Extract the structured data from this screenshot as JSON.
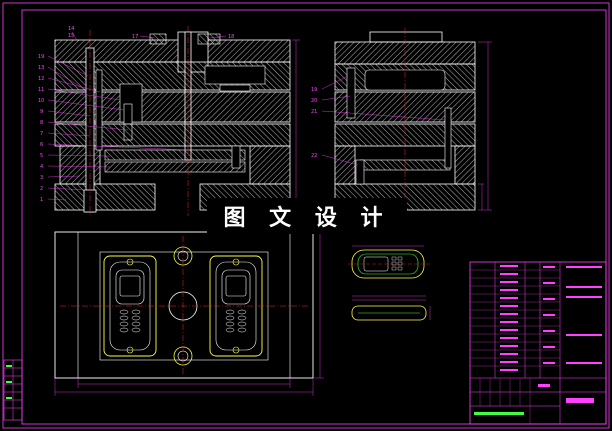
{
  "banner": {
    "title": "图 文 设 计"
  },
  "front_view": {
    "callouts_left": [
      "19",
      "13",
      "12",
      "11",
      "10",
      "9",
      "8",
      "7",
      "6",
      "5",
      "4",
      "3",
      "2",
      "1"
    ],
    "callouts_top": [
      "14",
      "15",
      "17",
      "18"
    ]
  },
  "side_view": {
    "callouts_left": [
      "19",
      "20",
      "21",
      "22"
    ]
  },
  "colors": {
    "background": "#000000",
    "outline": "#ffffff",
    "hatch": "#ffffff",
    "centerline": "#ff2020",
    "dimension": "#ff40ff",
    "part_outline": "#ffff40",
    "border": "#ff40ff",
    "title_block": "#ff40ff"
  }
}
